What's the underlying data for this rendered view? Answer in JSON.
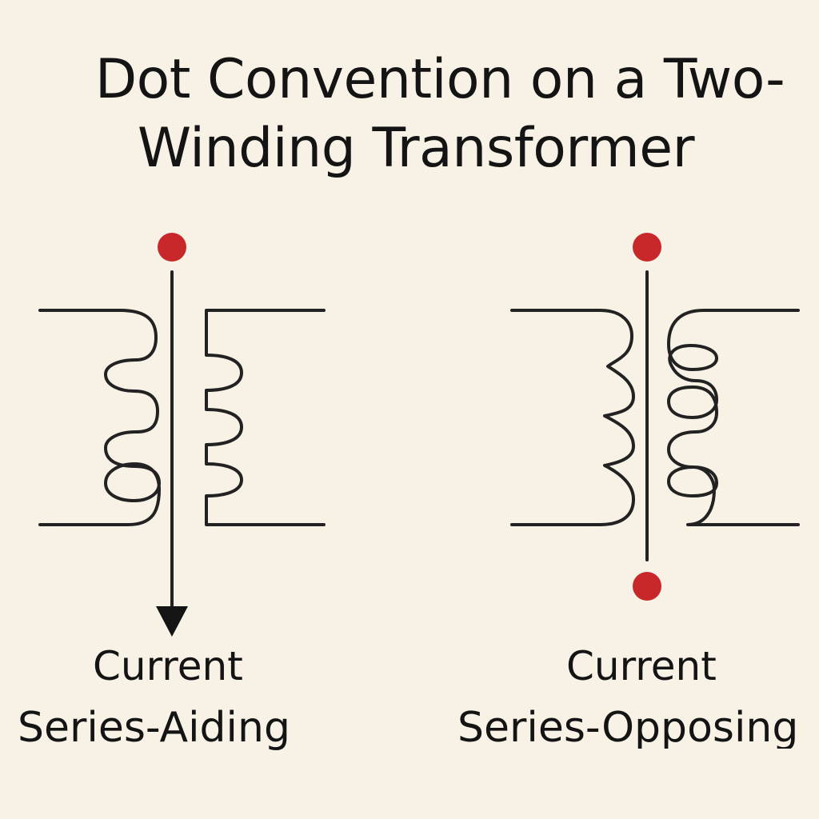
{
  "title": {
    "line1": "Dot Convention on a Two-",
    "line2": "Winding Transformer"
  },
  "left": {
    "caption_line1": "Current",
    "caption_line2": "Series-Aiding"
  },
  "right": {
    "caption_line1": "Current",
    "caption_line2": "Series-Opposing"
  },
  "colors": {
    "background": "#f8f2e6",
    "ink": "#141414",
    "dot": "#c8282a"
  }
}
